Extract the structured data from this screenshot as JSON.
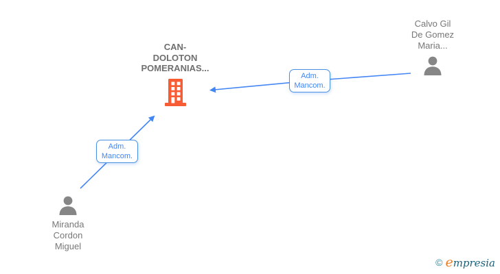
{
  "diagram": {
    "company": {
      "name_lines": [
        "CAN-",
        "DOLOTON",
        "POMERANIAS..."
      ],
      "icon": "building-icon",
      "icon_color": "#f85c35"
    },
    "persons": [
      {
        "id": "calvo",
        "name_lines": [
          "Calvo Gil",
          "De Gomez",
          "Maria..."
        ],
        "icon": "person-icon",
        "icon_color": "#868686"
      },
      {
        "id": "miranda",
        "name_lines": [
          "Miranda",
          "Cordon",
          "Miguel"
        ],
        "icon": "person-icon",
        "icon_color": "#868686"
      }
    ],
    "edges": [
      {
        "from": "calvo",
        "to": "company",
        "label_lines": [
          "Adm.",
          "Mancom."
        ]
      },
      {
        "from": "miranda",
        "to": "company",
        "label_lines": [
          "Adm.",
          "Mancom."
        ]
      }
    ]
  },
  "watermark": {
    "copyright": "©",
    "brand_initial": "e",
    "brand_rest": "mpresia"
  },
  "colors": {
    "edge_blue": "#4285f4",
    "label_border_blue": "#4a90e2",
    "building_orange": "#f85c35",
    "person_gray": "#868686",
    "company_text_gray": "#6f6f6f",
    "person_text_gray": "#777777",
    "logo_teal": "#19607b",
    "logo_orange": "#ef7c1f"
  }
}
